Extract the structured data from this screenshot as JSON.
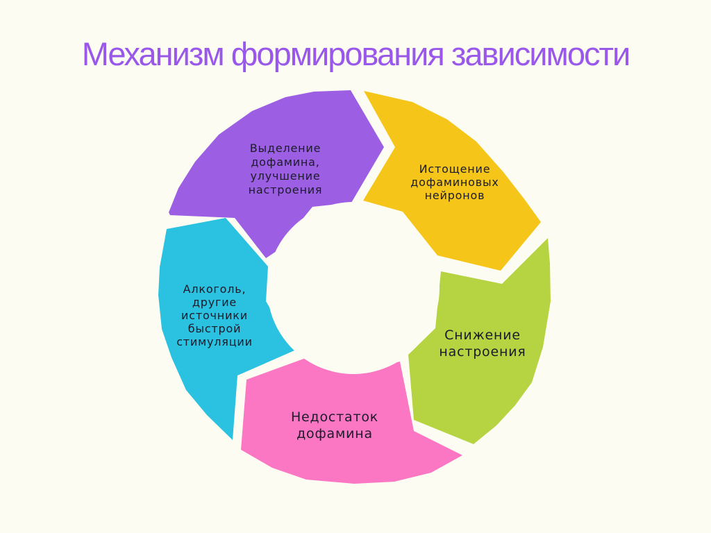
{
  "title": "Механизм формирования зависимости",
  "stages": [
    {
      "id": "dopamine-release",
      "lines": [
        "Выделение",
        "дофамина,",
        "улучшение",
        "настроения"
      ],
      "color": "#9c5fe4"
    },
    {
      "id": "neuron-depletion",
      "lines": [
        "Истощение",
        "дофаминовых",
        "нейронов"
      ],
      "color": "#f6c519"
    },
    {
      "id": "mood-decrease",
      "lines": [
        "Снижение",
        "настроения"
      ],
      "color": "#b6d442"
    },
    {
      "id": "dopamine-deficit",
      "lines": [
        "Недостаток",
        "дофамина"
      ],
      "color": "#fb76c3"
    },
    {
      "id": "quick-stimulation",
      "lines": [
        "Алкоголь,",
        "другие",
        "источники",
        "быстрой",
        "стимуляции"
      ],
      "color": "#2bc1e0"
    }
  ],
  "colors": {
    "background": "#fcfcf2",
    "title": "#9a58ea",
    "text": "#1b1b2a"
  }
}
